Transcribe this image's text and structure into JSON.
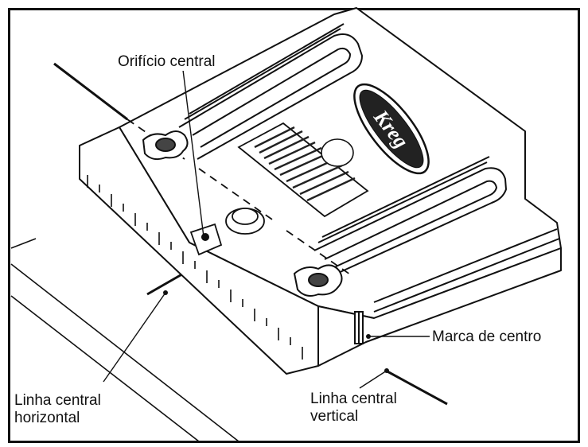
{
  "labels": {
    "center_hole": "Orifício central",
    "center_mark": "Marca de centro",
    "horizontal_line_1": "Linha central",
    "horizontal_line_2": "horizontal",
    "vertical_line_1": "Linha central",
    "vertical_line_2": "vertical"
  },
  "logo_text": "Kreg",
  "colors": {
    "ink": "#111111",
    "background": "#ffffff"
  }
}
